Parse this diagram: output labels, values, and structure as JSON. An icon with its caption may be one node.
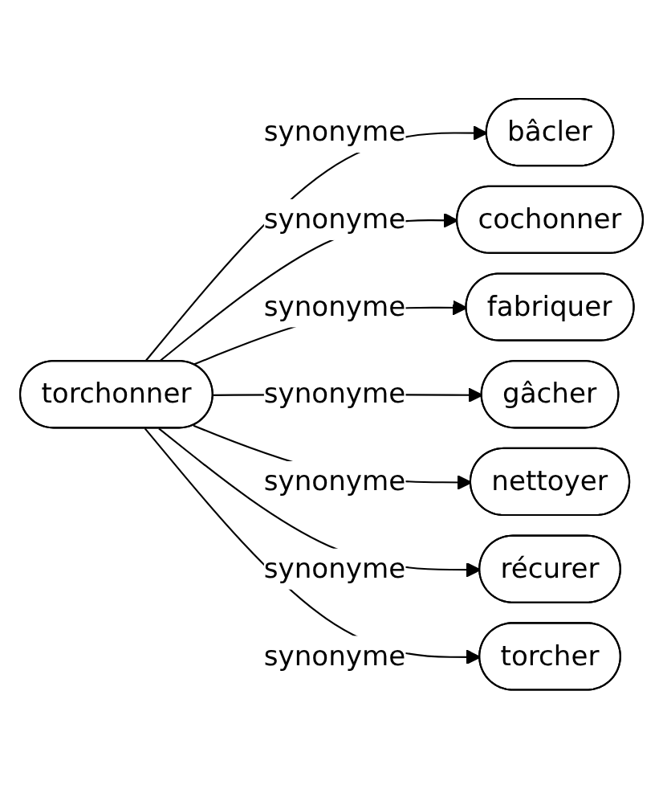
{
  "diagram": {
    "nodes": [
      {
        "text": [
          "torchonner"
        ]
      },
      {
        "text": [
          "bâcler"
        ]
      },
      {
        "text": [
          "cochonner"
        ]
      },
      {
        "text": [
          "fabriquer"
        ]
      },
      {
        "text": [
          "gâcher"
        ]
      },
      {
        "text": [
          "nettoyer"
        ]
      },
      {
        "text": [
          "récurer"
        ]
      },
      {
        "text": [
          "torcher"
        ]
      }
    ],
    "edges": [
      {
        "from": 0,
        "to": 1,
        "arrow": "to",
        "label": "synonyme"
      },
      {
        "from": 0,
        "to": 2,
        "arrow": "to",
        "label": "synonyme"
      },
      {
        "from": 0,
        "to": 3,
        "arrow": "to",
        "label": "synonyme"
      },
      {
        "from": 0,
        "to": 4,
        "arrow": "to",
        "label": "synonyme"
      },
      {
        "from": 0,
        "to": 5,
        "arrow": "to",
        "label": "synonyme"
      },
      {
        "from": 0,
        "to": 6,
        "arrow": "to",
        "label": "synonyme"
      },
      {
        "from": 0,
        "to": 7,
        "arrow": "to",
        "label": "synonyme"
      }
    ]
  }
}
